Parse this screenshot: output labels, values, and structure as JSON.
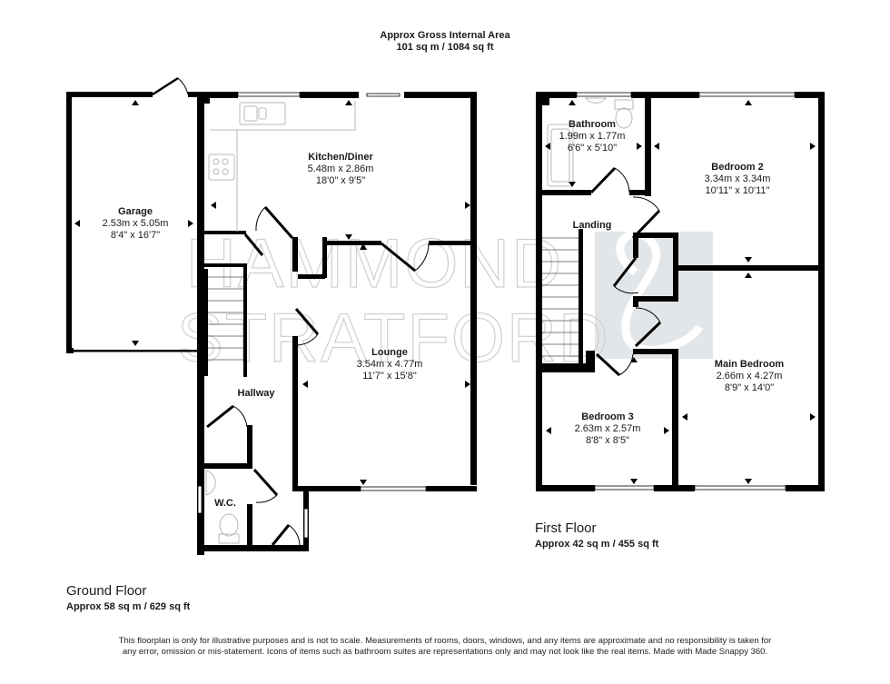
{
  "header": {
    "title": "Approx Gross Internal Area",
    "area": "101 sq m / 1084 sq ft"
  },
  "watermark": {
    "line1": "HAMMOND",
    "line2": "STRATFORD",
    "logo": "&"
  },
  "ground_floor": {
    "title": "Ground Floor",
    "area": "Approx 58 sq m / 629 sq ft",
    "rooms": [
      {
        "name": "Garage",
        "metric": "2.53m x 5.05m",
        "imperial": "8'4\" x 16'7\""
      },
      {
        "name": "Kitchen/Diner",
        "metric": "5.48m x 2.86m",
        "imperial": "18'0\" x 9'5\""
      },
      {
        "name": "Lounge",
        "metric": "3.54m x 4.77m",
        "imperial": "11'7\" x 15'8\""
      },
      {
        "name": "Hallway"
      },
      {
        "name": "W.C."
      }
    ]
  },
  "first_floor": {
    "title": "First Floor",
    "area": "Approx 42 sq m / 455 sq ft",
    "rooms": [
      {
        "name": "Bathroom",
        "metric": "1.99m x 1.77m",
        "imperial": "6'6\" x 5'10\""
      },
      {
        "name": "Bedroom 2",
        "metric": "3.34m x 3.34m",
        "imperial": "10'11\" x 10'11\""
      },
      {
        "name": "Landing"
      },
      {
        "name": "Main Bedroom",
        "metric": "2.66m x 4.27m",
        "imperial": "8'9\" x 14'0\""
      },
      {
        "name": "Bedroom 3",
        "metric": "2.63m x 2.57m",
        "imperial": "8'8\" x 8'5\""
      }
    ]
  },
  "disclaimer": "This floorplan is only for illustrative purposes and is not to scale. Measurements of rooms, doors, windows, and any items are approximate and no responsibility is taken for any error, omission or mis-statement. Icons of items such as bathroom suites are representations only and may not look like the real items. Made with Made Snappy 360.",
  "colors": {
    "wall": "#000000",
    "fixture": "#b8b8b8",
    "watermark": "#cfcfcf",
    "logo_block": "#e3e6e8"
  }
}
